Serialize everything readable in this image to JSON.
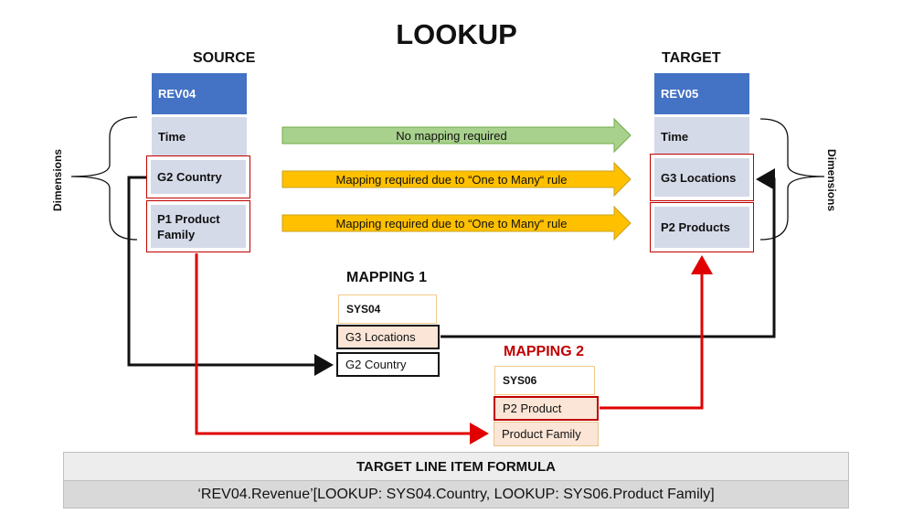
{
  "title": "LOOKUP",
  "source": {
    "heading": "SOURCE",
    "module": "REV04",
    "items": [
      "Time",
      "G2 Country",
      "P1 Product Family"
    ]
  },
  "target": {
    "heading": "TARGET",
    "module": "REV05",
    "items": [
      "Time",
      "G3 Locations",
      "P2 Products"
    ]
  },
  "dimensions_label": "Dimensions",
  "arrows": [
    {
      "label": "No mapping required",
      "color": "#A9D18E"
    },
    {
      "label": "Mapping required due to “One to Many“ rule",
      "color": "#FFC000"
    },
    {
      "label": "Mapping required due to “One to Many“ rule",
      "color": "#FFC000"
    }
  ],
  "mapping1": {
    "heading": "MAPPING 1",
    "module": "SYS04",
    "items": [
      "G3 Locations",
      "G2 Country"
    ]
  },
  "mapping2": {
    "heading": "MAPPING 2",
    "module": "SYS06",
    "items": [
      "P2 Product",
      "Product Family"
    ],
    "heading_color": "#C00000"
  },
  "formula": {
    "heading": "TARGET LINE ITEM FORMULA",
    "text": "‘REV04.Revenue’[LOOKUP: SYS04.Country, LOOKUP: SYS06.Product Family]"
  },
  "colors": {
    "module_blue": "#4472C4",
    "dim_light": "#D5DAE9",
    "accent_red": "#C00000",
    "line_black": "#111111"
  }
}
